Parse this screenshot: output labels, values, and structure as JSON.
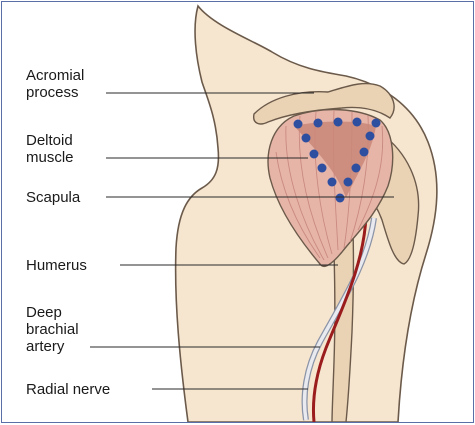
{
  "labels": {
    "acromial_process": "Acromial\nprocess",
    "deltoid_muscle": "Deltoid\nmuscle",
    "scapula": "Scapula",
    "humerus": "Humerus",
    "deep_brachial_artery": "Deep\nbrachial\nartery",
    "radial_nerve": "Radial nerve"
  },
  "colors": {
    "skin": "#f6e6d0",
    "outline": "#6b5a4a",
    "muscle": "#e7b5a8",
    "muscle_fiber": "#c98a80",
    "injection_zone": "#c98778",
    "injection_dot": "#2e4fa0",
    "bone": "#ead2b4",
    "artery": "#9b1c1c",
    "nerve": "#c8ccd6",
    "frame": "#5a6fa8"
  }
}
